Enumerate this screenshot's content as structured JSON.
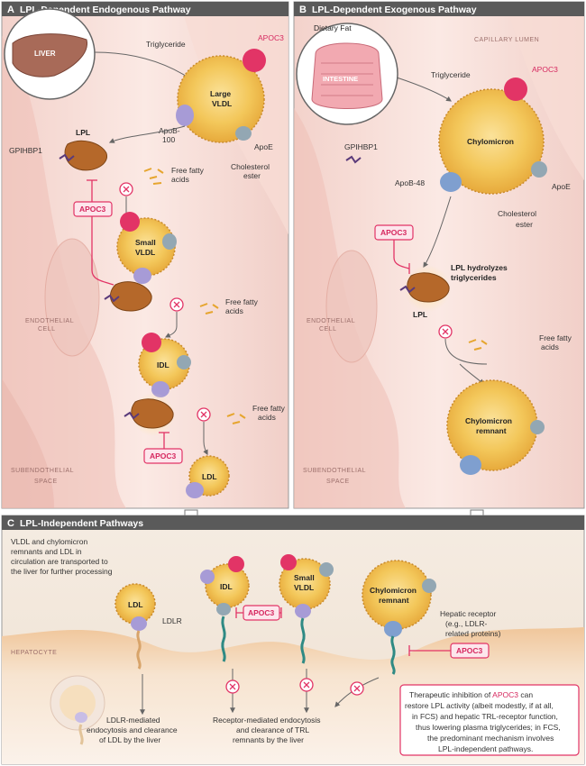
{
  "panels": {
    "a": {
      "letter": "A",
      "title": "LPL-Dependent Endogenous Pathway"
    },
    "b": {
      "letter": "B",
      "title": "LPL-Dependent Exogenous Pathway"
    },
    "c": {
      "letter": "C",
      "title": "LPL-Independent Pathways"
    }
  },
  "panel_a": {
    "liver": "LIVER",
    "triglyceride": "Triglyceride",
    "apoc3": "APOC3",
    "large_vldl": [
      "Large",
      "VLDL"
    ],
    "apob100": [
      "ApoB-",
      "100"
    ],
    "apoe": "ApoE",
    "cholesterol_ester": [
      "Cholesterol",
      "ester"
    ],
    "lpl": "LPL",
    "gpihbp1": "GPIHBP1",
    "free_fatty_acids": [
      "Free fatty",
      "acids"
    ],
    "apoc3_box": "APOC3",
    "small_vldl": [
      "Small",
      "VLDL"
    ],
    "endothelial_cell": [
      "ENDOTHELIAL",
      "CELL"
    ],
    "idl": "IDL",
    "subendothelial_space": [
      "SUBENDOTHELIAL",
      "SPACE"
    ],
    "ldl": "LDL"
  },
  "panel_b": {
    "dietary_fat": "Dietary Fat",
    "intestine": "INTESTINE",
    "capillary_lumen": "CAPILLARY LUMEN",
    "triglyceride": "Triglyceride",
    "apoc3": "APOC3",
    "gpihbp1": "GPIHBP1",
    "chylomicron": "Chylomicron",
    "apob48": "ApoB-48",
    "apoe": "ApoE",
    "cholesterol_ester": [
      "Cholesterol",
      "ester"
    ],
    "apoc3_box": "APOC3",
    "lpl_hydrolyzes": [
      "LPL hydrolyzes",
      "triglycerides"
    ],
    "lpl": "LPL",
    "endothelial_cell": [
      "ENDOTHELIAL",
      "CELL"
    ],
    "free_fatty_acids": [
      "Free fatty",
      "acids"
    ],
    "chylomicron_remnant": [
      "Chylomicron",
      "remnant"
    ],
    "subendothelial_space": [
      "SUBENDOTHELIAL",
      "SPACE"
    ]
  },
  "panel_c": {
    "intro": [
      "VLDL and chylomicron",
      "remnants and LDL in",
      "circulation are transported to",
      "the liver for further processing"
    ],
    "idl": "IDL",
    "small_vldl": [
      "Small",
      "VLDL"
    ],
    "chylomicron_remnant": [
      "Chylomicron",
      "remnant"
    ],
    "ldl": "LDL",
    "ldlr": "LDLR",
    "apoc3_box": "APOC3",
    "hepatic_receptor": [
      "Hepatic receptor",
      "(e.g., LDLR-",
      "related proteins)"
    ],
    "apoc3_box2": "APOC3",
    "hepatocyte": "HEPATOCYTE",
    "ldlr_clearance": [
      "LDLR-mediated",
      "endocytosis and clearance",
      "of LDL by the liver"
    ],
    "receptor_clearance": [
      "Receptor-mediated endocytosis",
      "and clearance of TRL",
      "remnants by the liver"
    ],
    "note": {
      "l1a": "Therapeutic inhibition of ",
      "l1b": "APOC3",
      "l1c": " can",
      "l2": "restore LPL activity (albeit modestly, if at all,",
      "l3": "in FCS) and hepatic TRL-receptor function,",
      "l4": "thus lowering plasma triglycerides; in FCS,",
      "l5": "the predominant mechanism involves",
      "l6": "LPL-independent pathways."
    }
  },
  "colors": {
    "header": "#5a5a5a",
    "apoc3": "#e23466",
    "apob": "#a79bd6",
    "apoe": "#93a7b3",
    "blue_apo": "#7f9fcf",
    "lpl": "#b5682a",
    "core": "#f2c44a",
    "vessel": "#f6d9d3"
  }
}
